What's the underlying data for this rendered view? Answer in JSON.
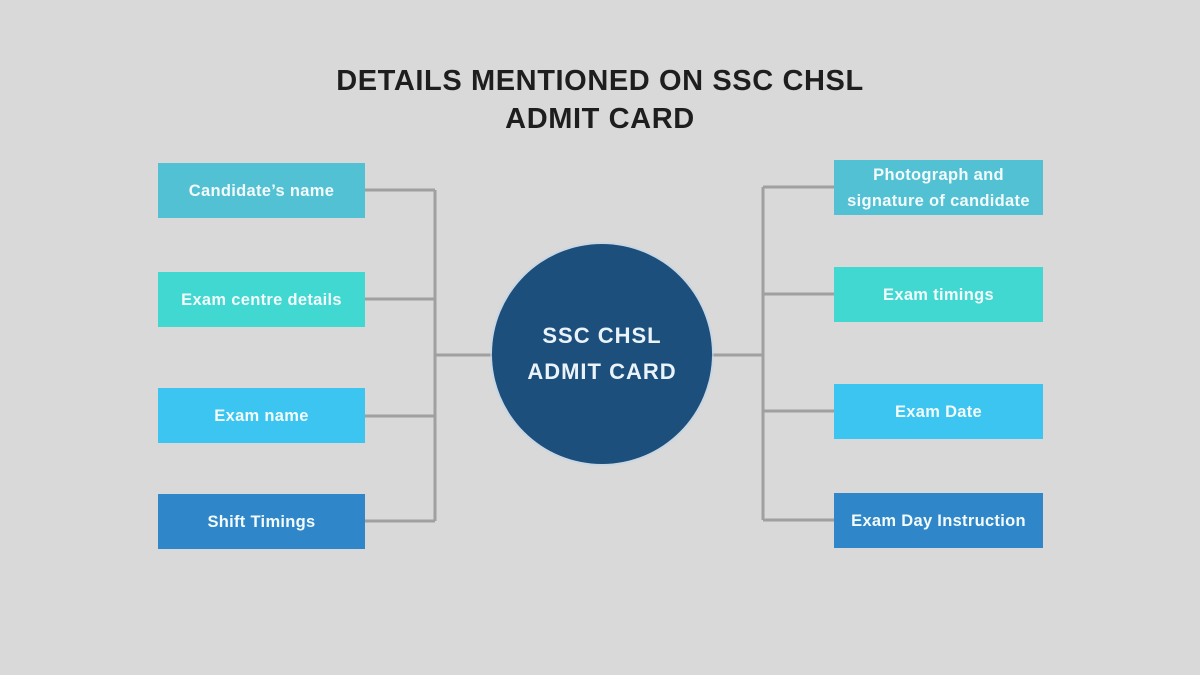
{
  "title": {
    "line1": "DETAILS MENTIONED ON SSC CHSL",
    "line2": "ADMIT CARD"
  },
  "center": {
    "line1": "SSC CHSL",
    "line2": "ADMIT CARD"
  },
  "left_items": [
    {
      "label": "Candidate’s name",
      "color": "#53C1D4"
    },
    {
      "label": "Exam centre details",
      "color": "#40D8D0"
    },
    {
      "label": "Exam name",
      "color": "#3BC5F0"
    },
    {
      "label": "Shift Timings",
      "color": "#2F86C8"
    }
  ],
  "right_items": [
    {
      "label": "Photograph and signature of candidate",
      "color": "#53C1D4"
    },
    {
      "label": "Exam timings",
      "color": "#40D8D0"
    },
    {
      "label": "Exam Date",
      "color": "#3BC5F0"
    },
    {
      "label": "Exam Day Instruction",
      "color": "#2F86C8"
    }
  ],
  "colors": {
    "background": "#D9D9D9",
    "connector": "#A0A0A0",
    "circle": "#1C4F7C",
    "title_text": "#1E1E1E",
    "node_text": "#FFFFFF"
  }
}
